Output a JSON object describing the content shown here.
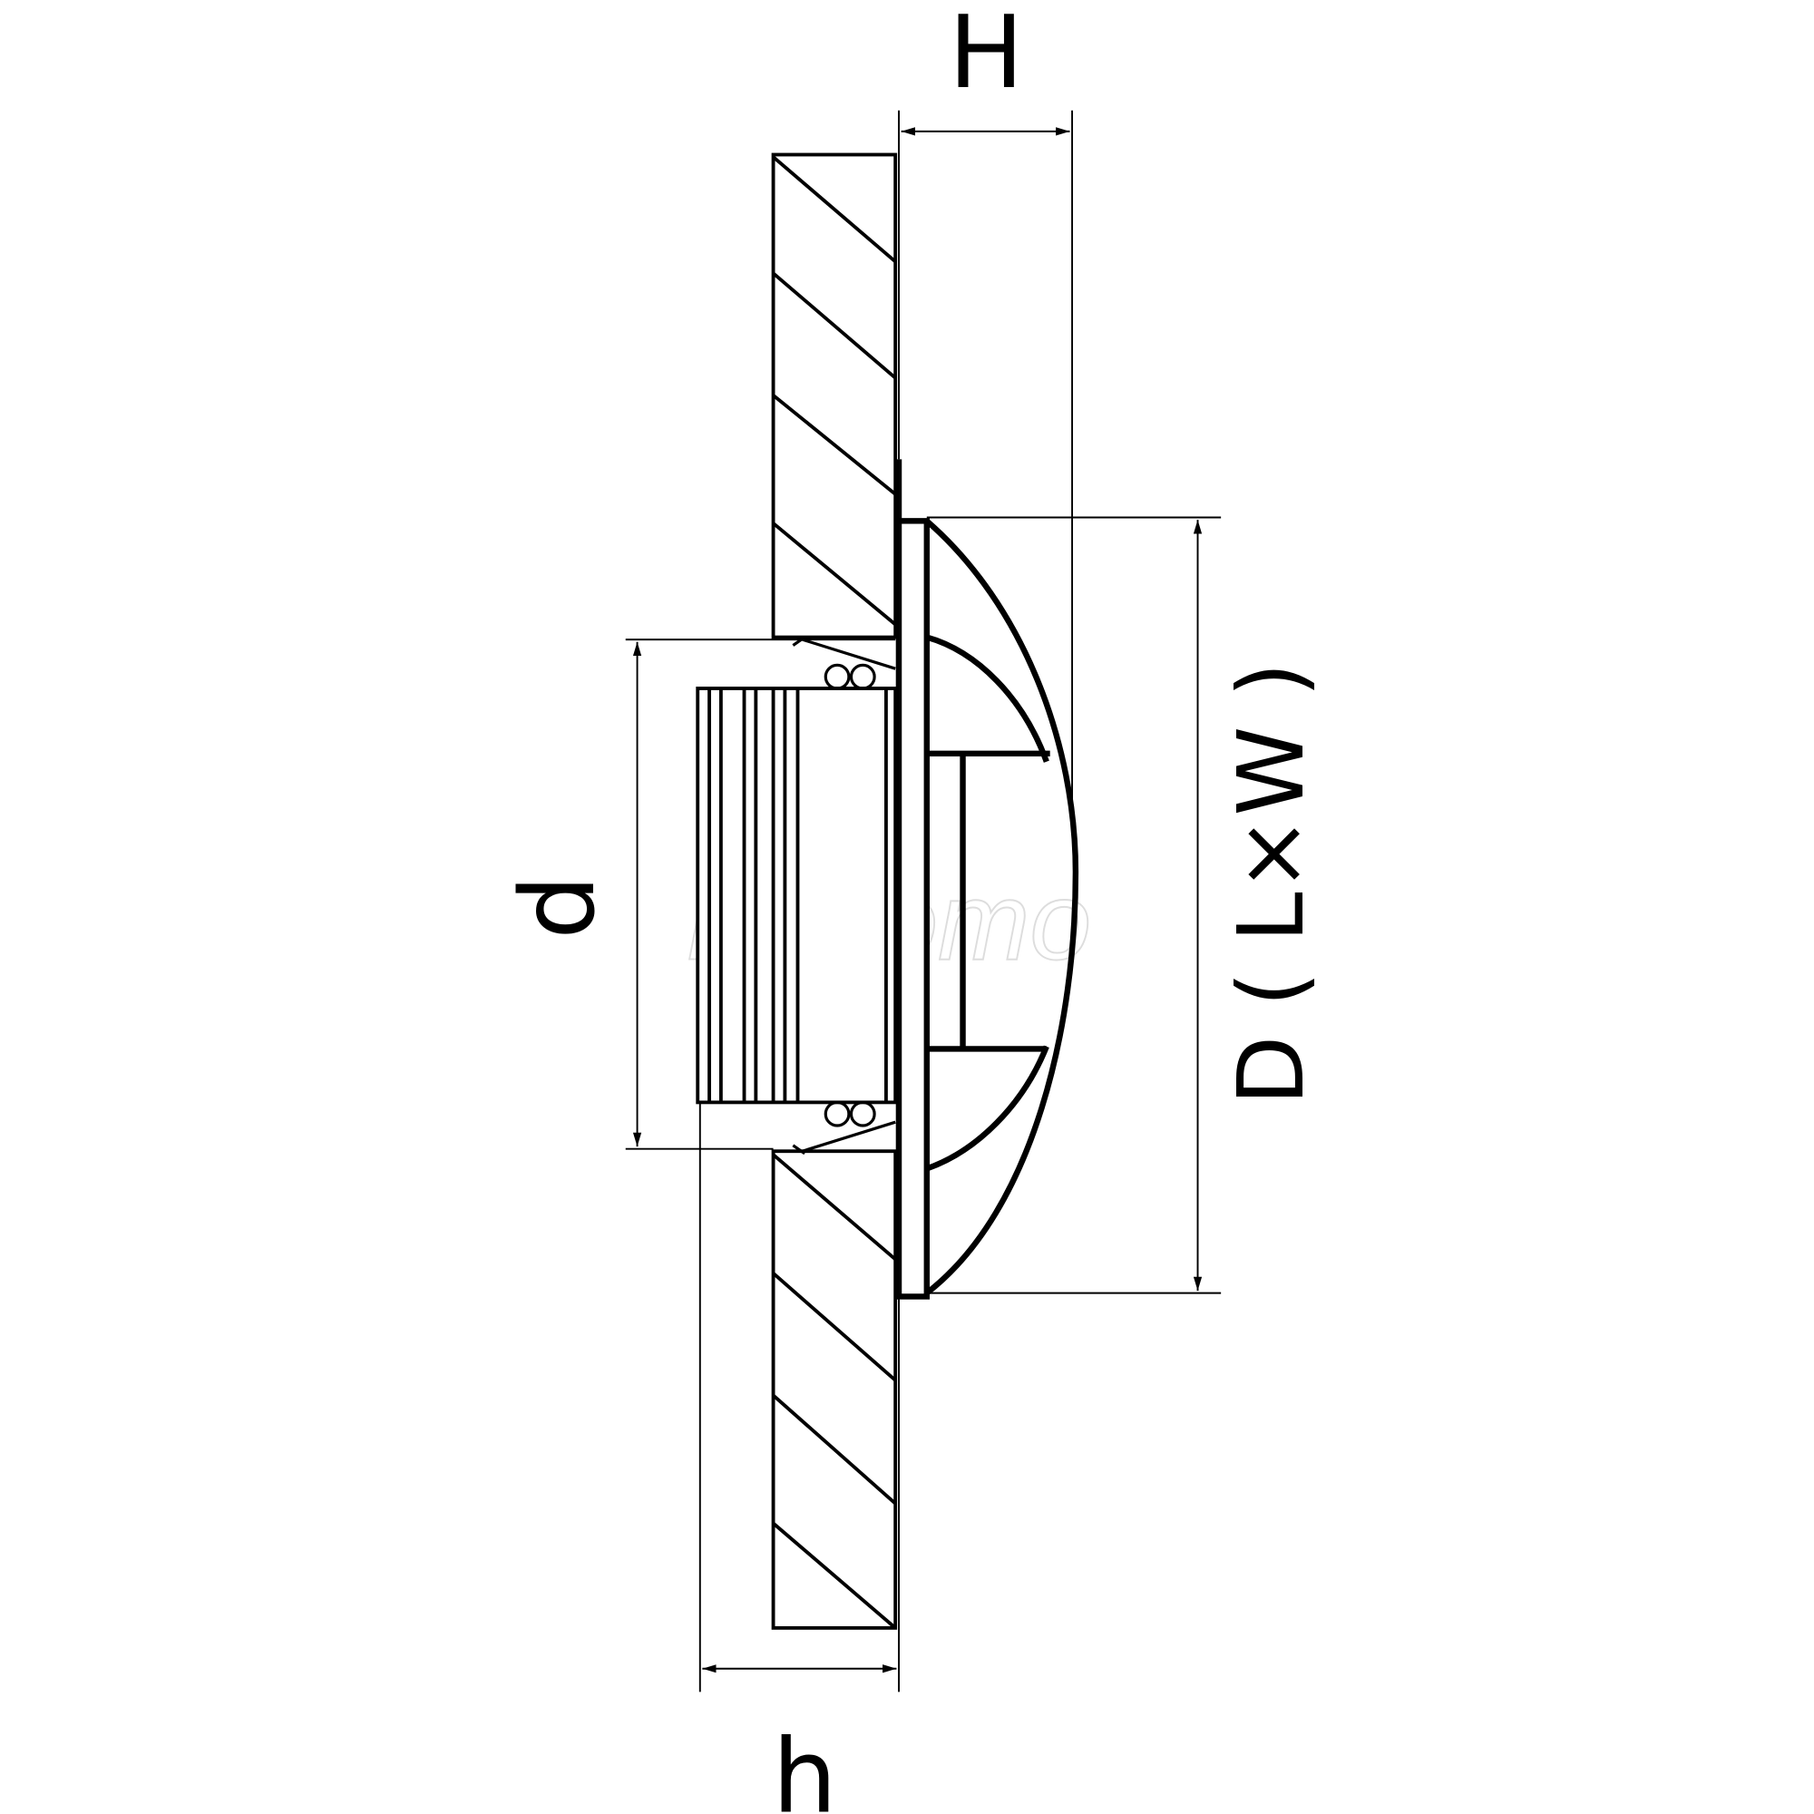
{
  "drawing": {
    "title": "Recessed downlight section with dimensions",
    "labels": {
      "height_outer": "H",
      "height_inner": "h",
      "cutout_diameter": "d",
      "outer_diameter": "D ( L×W )"
    },
    "watermark": "Fedomo",
    "line_color": "#000000",
    "background_color": "#ffffff"
  }
}
